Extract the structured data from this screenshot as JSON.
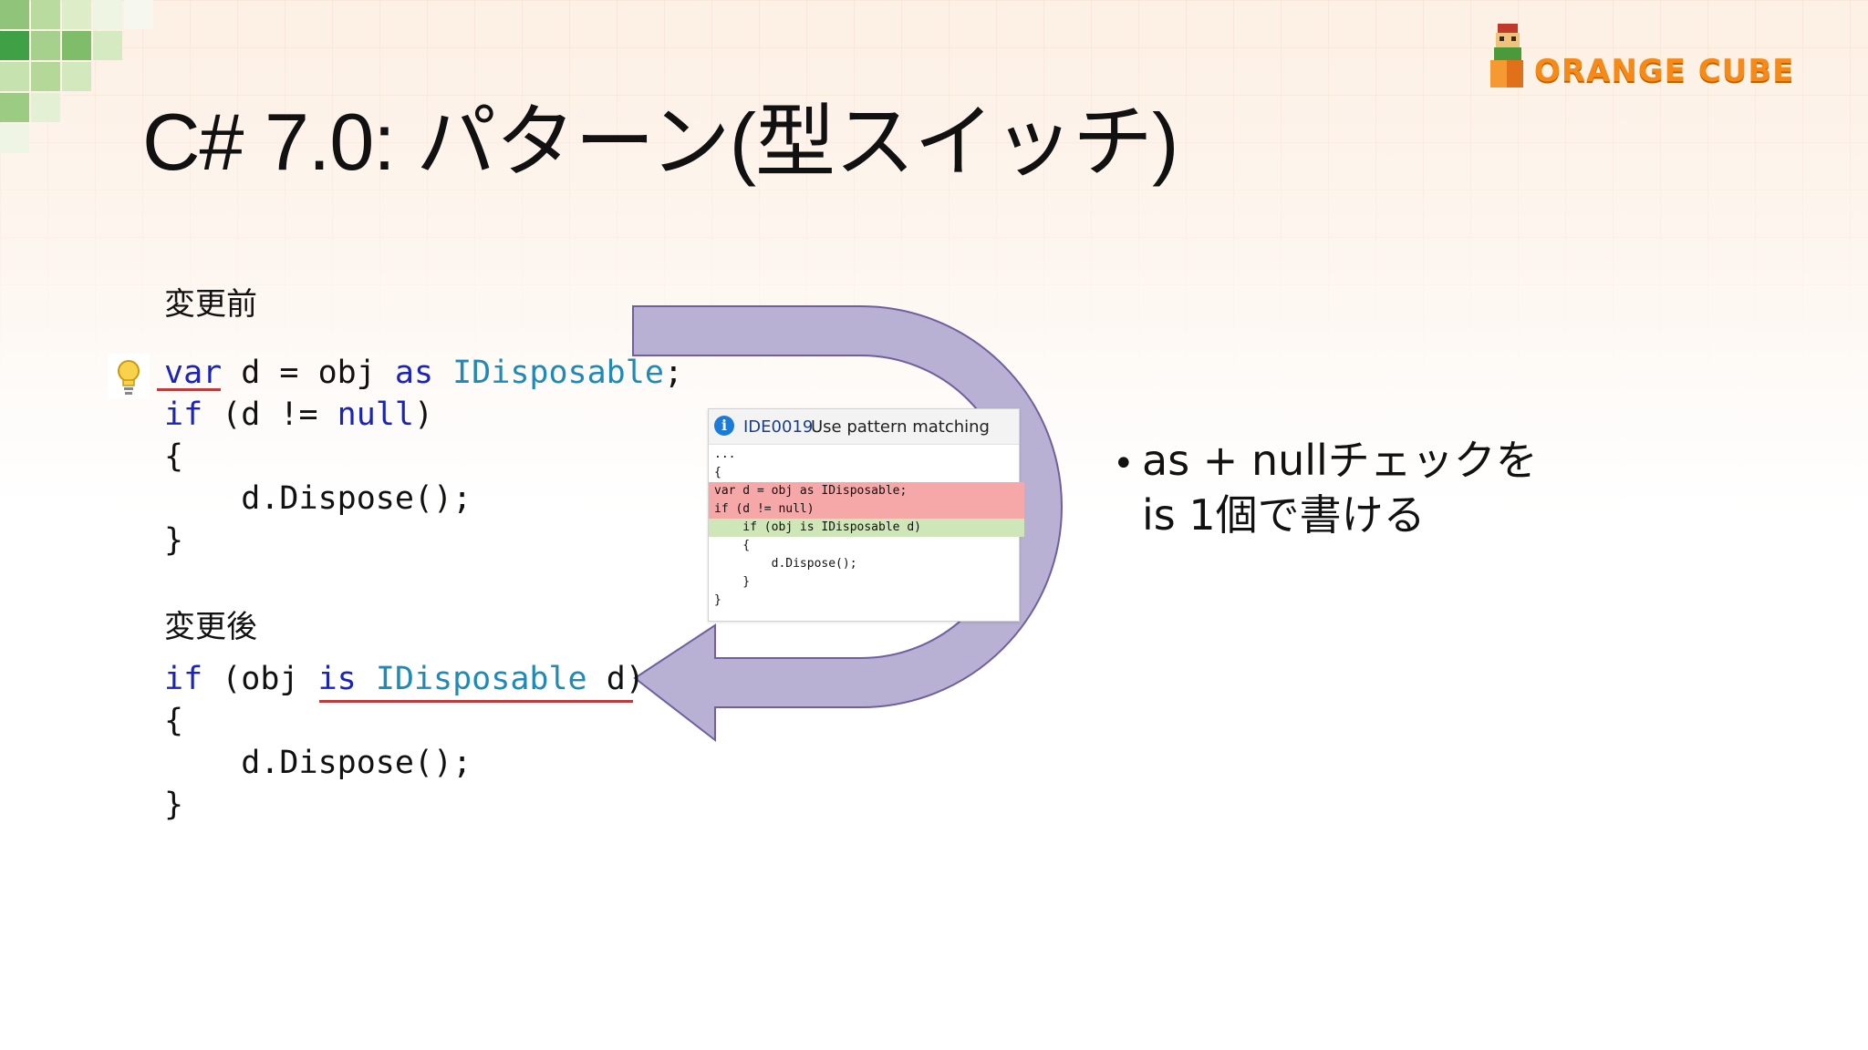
{
  "slide": {
    "title": "C# 7.0: パターン(型スイッチ)",
    "logo_text": "ORANGE CUBE",
    "before": {
      "heading": "変更前",
      "lines": [
        "var d = obj as IDisposable;",
        "if (d != null)",
        "{",
        "    d.Dispose();",
        "}"
      ]
    },
    "after": {
      "heading": "変更後",
      "lines": [
        "if (obj is IDisposable d)",
        "{",
        "    d.Dispose();",
        "}"
      ]
    },
    "bullet": {
      "line1": "as + nullチェックを",
      "line2": "is 1個で書ける"
    }
  },
  "quick_action": {
    "id": "IDE0019",
    "message": "Use pattern matching",
    "preview": [
      {
        "text": "...",
        "style": "plain"
      },
      {
        "text": "{",
        "style": "plain"
      },
      {
        "text": "var d = obj as IDisposable;",
        "style": "removed"
      },
      {
        "text": "if (d != null)",
        "style": "removed"
      },
      {
        "text": "    if (obj is IDisposable d)",
        "style": "added"
      },
      {
        "text": "    {",
        "style": "plain"
      },
      {
        "text": "        d.Dispose();",
        "style": "plain"
      },
      {
        "text": "    }",
        "style": "plain"
      },
      {
        "text": "}",
        "style": "plain"
      }
    ]
  },
  "colors": {
    "keyword": "#1a24b8",
    "type": "#1f89b8",
    "squiggle": "#c0393b",
    "arrow_fill": "#b9b1d3",
    "arrow_stroke": "#6f5fa0",
    "removed_bg": "#f6a7a7",
    "added_bg": "#cfe6b8",
    "logo": "#f58a18"
  },
  "icons": [
    "lightbulb-icon",
    "info-icon",
    "mascot-icon"
  ]
}
